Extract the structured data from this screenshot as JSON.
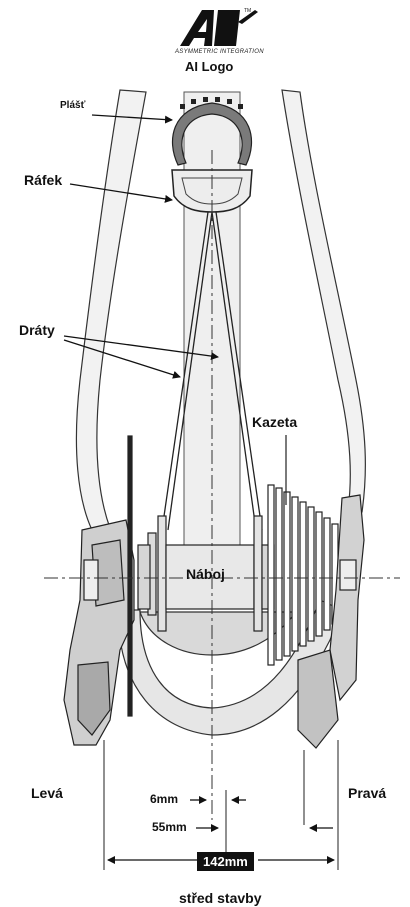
{
  "logo": {
    "mark": "AI",
    "trademark": "TM",
    "subtitle": "ASYMMETRIC INTEGRATION",
    "caption": "AI Logo"
  },
  "labels": {
    "tire": "Plášť",
    "rim": "Ráfek",
    "spokes": "Dráty",
    "cassette": "Kazeta",
    "hub": "Náboj",
    "left": "Levá",
    "right": "Pravá"
  },
  "dimensions": {
    "offset_6": "6mm",
    "offset_55": "55mm",
    "total_width": "142mm",
    "center_label": "střed stavby"
  },
  "colors": {
    "line": "#222222",
    "fill_light": "#f2f2f2",
    "fill_mid": "#d9d9d9",
    "fill_dark": "#b5b5b5",
    "badge": "#111111"
  }
}
